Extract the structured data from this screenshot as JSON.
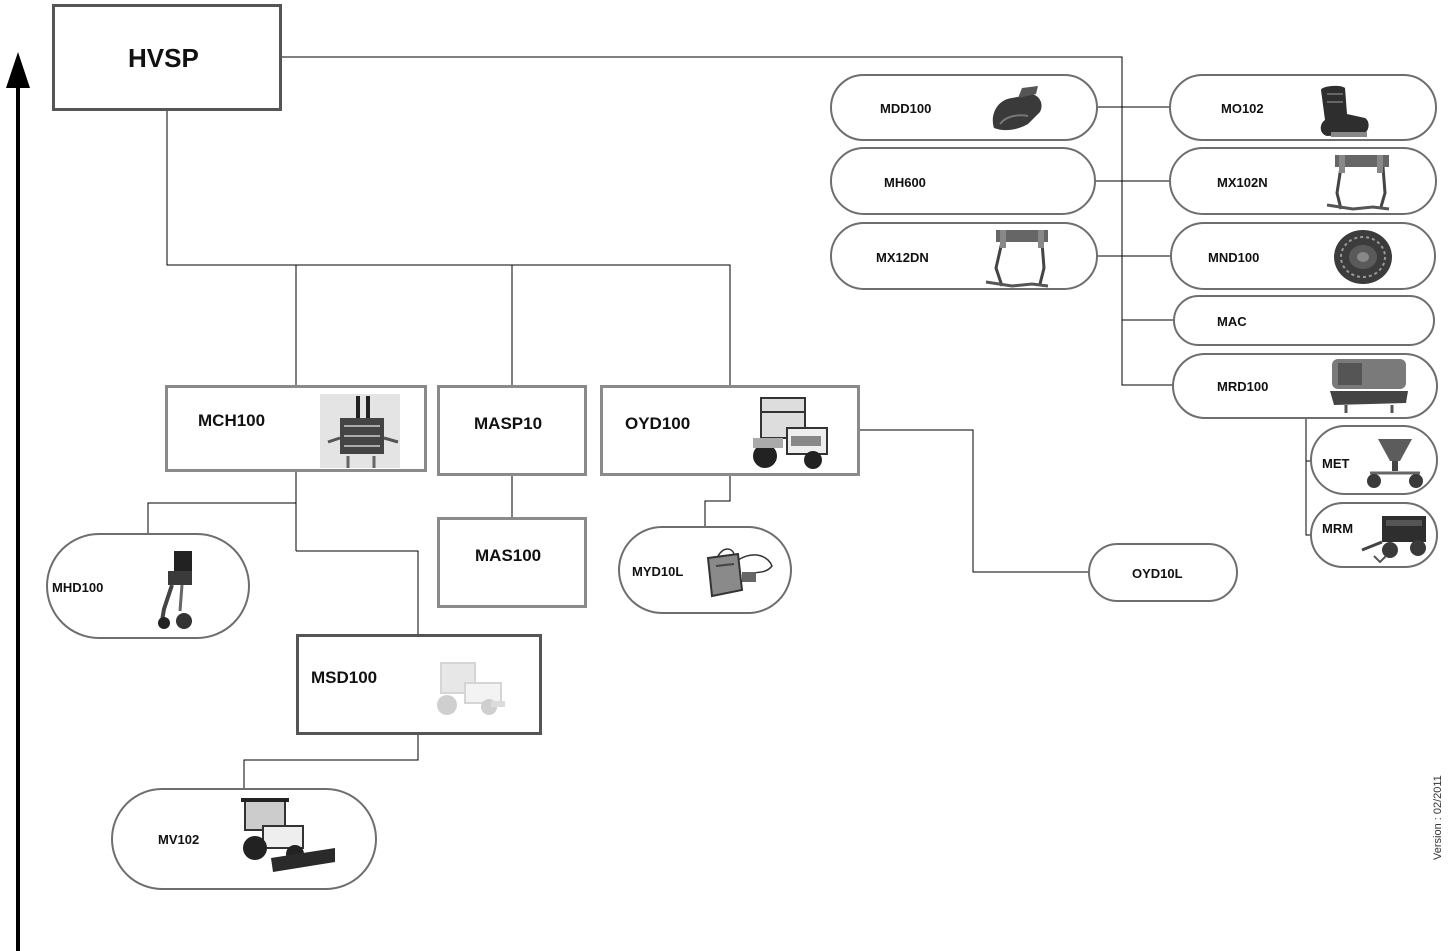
{
  "root": {
    "label": "HVSP"
  },
  "nodes": {
    "mdd100": {
      "label": "MDD100",
      "icon": "seat-cover-icon"
    },
    "mo102": {
      "label": "MO102",
      "icon": "seat-icon"
    },
    "mh600": {
      "label": "MH600"
    },
    "mx102n": {
      "label": "MX102N",
      "icon": "lift-frame-icon"
    },
    "mx12dn": {
      "label": "MX12DN",
      "icon": "lift-frame-icon"
    },
    "mnd100": {
      "label": "MND100",
      "icon": "snow-chain-icon"
    },
    "mac": {
      "label": "MAC"
    },
    "mrd100": {
      "label": "MRD100",
      "icon": "rear-mount-icon"
    },
    "met": {
      "label": "MET",
      "icon": "spreader-icon"
    },
    "mrm": {
      "label": "MRM",
      "icon": "trailer-spreader-icon"
    },
    "mch100": {
      "label": "MCH100",
      "icon": "hydraulic-valve-icon"
    },
    "masp10": {
      "label": "MASP10"
    },
    "oyd100": {
      "label": "OYD100",
      "icon": "cab-vehicle-icon"
    },
    "mhd100": {
      "label": "MHD100",
      "icon": "front-lift-icon"
    },
    "mas100": {
      "label": "MAS100"
    },
    "myd10l": {
      "label": "MYD10L",
      "icon": "pump-unit-icon"
    },
    "oyd10l": {
      "label": "OYD10L"
    },
    "msd100": {
      "label": "MSD100",
      "icon": "vehicle-faded-icon"
    },
    "mv102": {
      "label": "MV102",
      "icon": "snow-blade-vehicle-icon"
    }
  },
  "footer": {
    "version": "Version : 02/2011"
  }
}
